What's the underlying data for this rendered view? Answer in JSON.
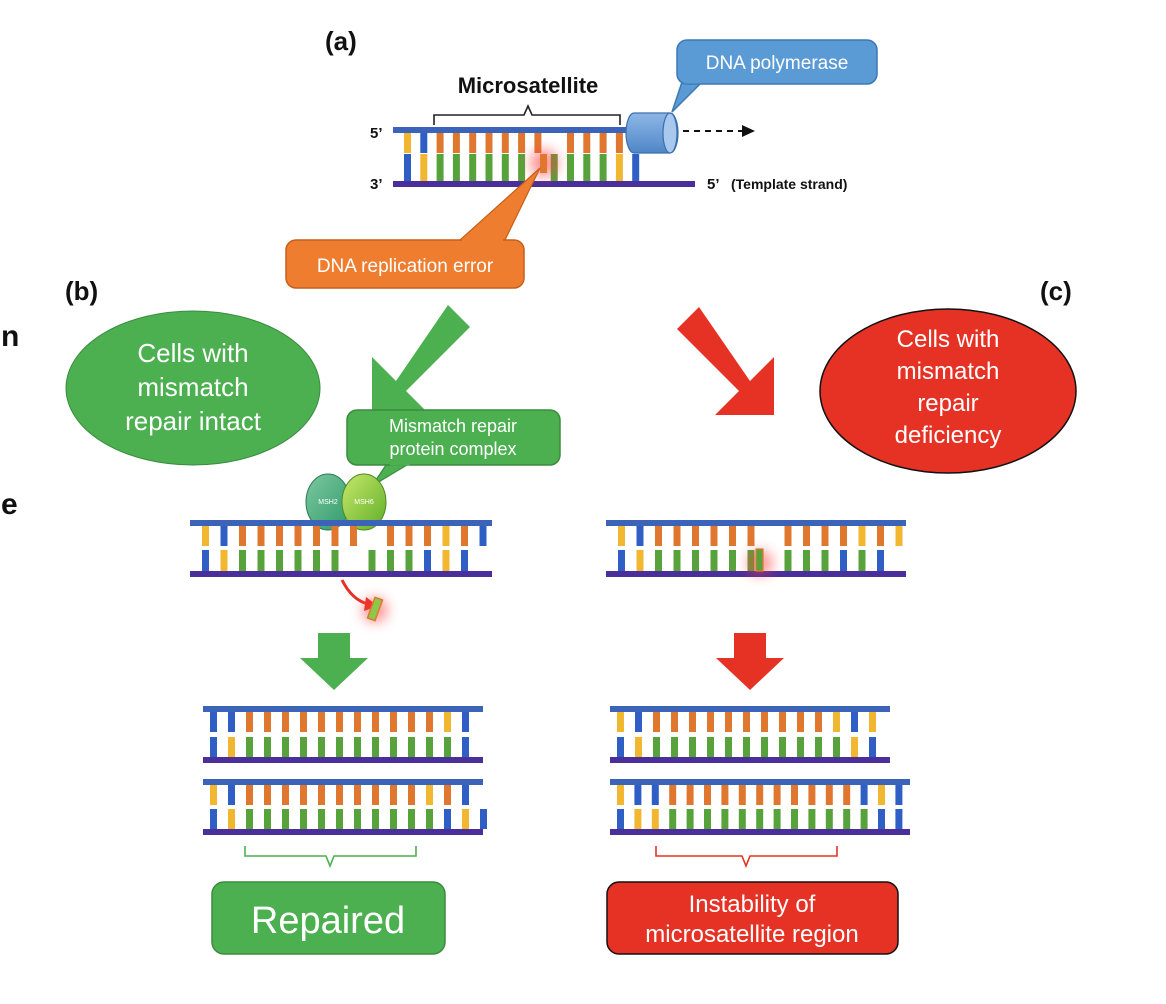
{
  "panels": {
    "a": "(a)",
    "b": "(b)",
    "c": "(c)"
  },
  "top": {
    "microsatellite_label": "Microsatellite",
    "polymerase_label": "DNA polymerase",
    "five_prime_top": "5’",
    "three_prime_bottom": "3’",
    "five_prime_bottom": "5’",
    "template_label": "(Template strand)",
    "error_label": "DNA replication error"
  },
  "left": {
    "cells_label": [
      "Cells with",
      "mismatch",
      "repair intact"
    ],
    "complex_label": [
      "Mismatch repair",
      "protein complex"
    ],
    "msh2": "MSH2",
    "msh6": "MSH6",
    "result_label": "Repaired"
  },
  "right": {
    "cells_label": [
      "Cells with",
      "mismatch",
      "repair",
      "deficiency"
    ],
    "result_label": [
      "Instability of",
      "microsatellite region"
    ]
  },
  "edge_glyphs": [
    "n",
    "e"
  ],
  "colors": {
    "strand_top": "#3b63b8",
    "strand_bottom": "#4a2f9a",
    "base_orange": "#e0772e",
    "base_green": "#58a23c",
    "base_yellow": "#f2b731",
    "base_blue": "#2f5fc4",
    "repair_green": "#4caf50",
    "deficiency_red": "#e53225",
    "callout_blue": "#5b9bd5",
    "error_orange": "#ee7d2f"
  }
}
